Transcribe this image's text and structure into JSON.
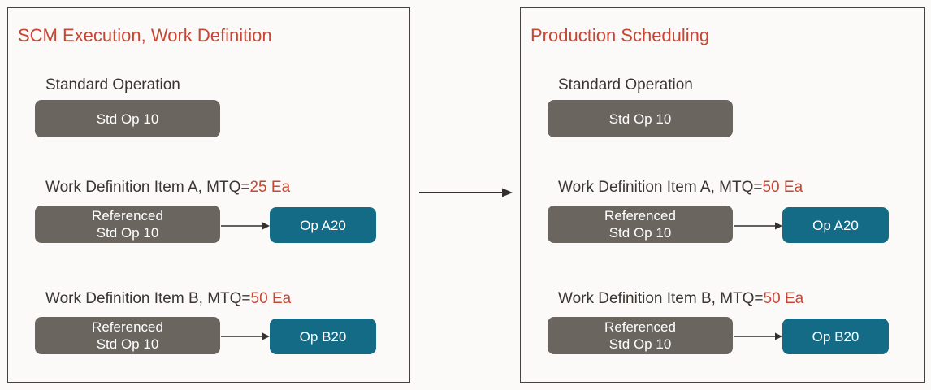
{
  "colors": {
    "accent_red": "#C74634",
    "text_dark": "#3A3632",
    "gray_node": "#6B6560",
    "teal_node": "#136B86",
    "node_text": "#FFFFFF",
    "arrow": "#33302E",
    "panel_border": "#45413E",
    "background": "#FBFAF8"
  },
  "panels": [
    {
      "title": "SCM Execution, Work Definition",
      "standard_operation": {
        "label": "Standard Operation",
        "box": "Std Op 10"
      },
      "items": [
        {
          "label": "Work Definition Item A, MTQ=",
          "mtq": "25 Ea",
          "source_line1": "Referenced",
          "source_line2": "Std Op 10",
          "target": "Op A20"
        },
        {
          "label": "Work Definition Item B, MTQ=",
          "mtq": "50 Ea",
          "source_line1": "Referenced",
          "source_line2": "Std Op 10",
          "target": "Op B20"
        }
      ]
    },
    {
      "title": "Production Scheduling",
      "standard_operation": {
        "label": "Standard Operation",
        "box": "Std Op 10"
      },
      "items": [
        {
          "label": "Work Definition Item A, MTQ=",
          "mtq": "50 Ea",
          "source_line1": "Referenced",
          "source_line2": "Std Op 10",
          "target": "Op A20"
        },
        {
          "label": "Work Definition Item B, MTQ=",
          "mtq": "50 Ea",
          "source_line1": "Referenced",
          "source_line2": "Std Op 10",
          "target": "Op B20"
        }
      ]
    }
  ]
}
